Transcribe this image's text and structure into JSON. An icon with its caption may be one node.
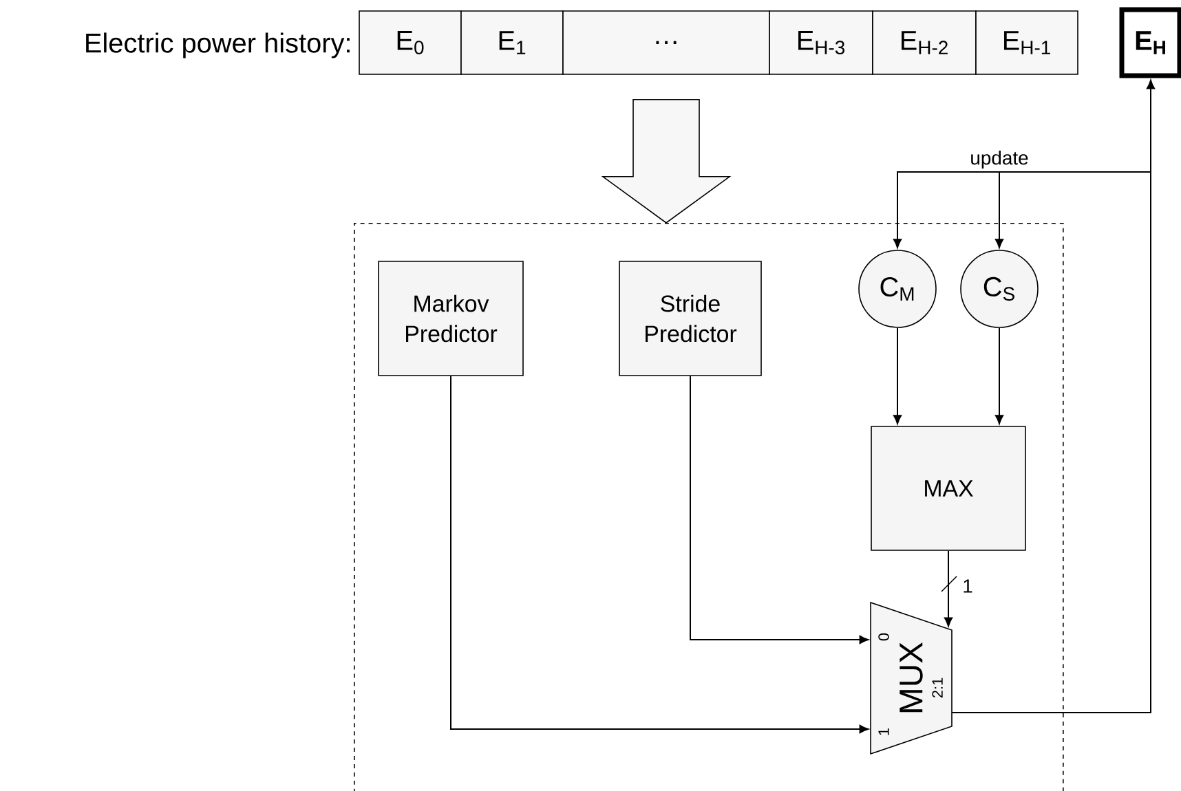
{
  "diagram": {
    "nodes": [
      {
        "text": [
          "E$_{0}$"
        ]
      },
      {
        "text": [
          "E$_{1}$"
        ]
      },
      {
        "text": [
          "…"
        ]
      },
      {
        "text": [
          "E$_{H-3}$"
        ]
      },
      {
        "text": [
          "E$_{H-2}$"
        ]
      },
      {
        "text": [
          "E$_{H-1}$"
        ]
      },
      {
        "text": [
          "E$_{H}$"
        ]
      },
      {
        "text": [],
        "shape": "box"
      },
      {
        "text": [
          "Markov Predictor"
        ],
        "in": 7
      },
      {
        "text": [
          "Stride Predictor"
        ],
        "in": 7
      },
      {
        "text": [
          "C$_{M}$"
        ],
        "in": 7
      },
      {
        "text": [
          "C$_{S}$"
        ],
        "in": 7
      },
      {
        "text": [
          "MAX"
        ],
        "in": 7
      },
      {
        "text": [
          "MUX",
          "0",
          "1",
          "2:1"
        ],
        "in": 7
      }
    ],
    "edges": [
      {
        "from": 2,
        "to": 7,
        "arrow": "to"
      },
      {
        "from": 10,
        "to": 12,
        "arrow": "to"
      },
      {
        "from": 11,
        "to": 12,
        "arrow": "to"
      },
      {
        "from": 12,
        "to": 13,
        "arrow": "to",
        "label": "1"
      },
      {
        "from": 9,
        "to": 13,
        "arrow": "to"
      },
      {
        "from": 8,
        "to": 13,
        "arrow": "to"
      },
      {
        "from": 13,
        "to": 6,
        "arrow": "to"
      },
      {
        "from": 13,
        "to": 10,
        "arrow": "to"
      },
      {
        "from": 13,
        "to": 11,
        "arrow": "to",
        "label": "update"
      }
    ],
    "labels": [
      "Electric power history:"
    ]
  }
}
